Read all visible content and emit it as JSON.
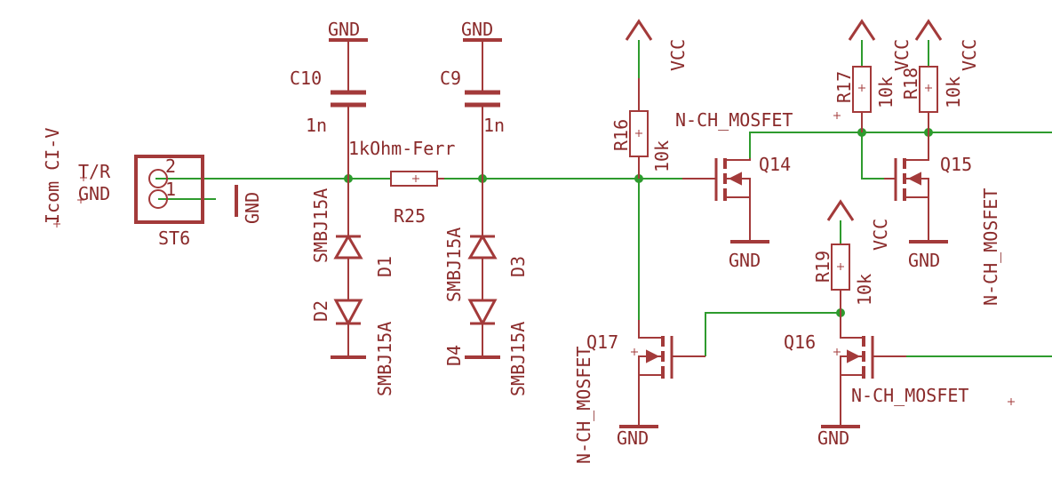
{
  "colors": {
    "wire": "#2e9b2e",
    "part": "#a33a3a",
    "text": "#8a2a2a",
    "background": "#ffffff"
  },
  "labels": {
    "gnd": "GND",
    "vcc": "VCC",
    "c10": "C10",
    "c9": "C9",
    "cap_val": "1n",
    "ferrite": "1kOhm-Ferr",
    "r25": "R25",
    "icom": "Icom CI-V",
    "tr": "T/R",
    "gnd_pin": "GND",
    "pin2": "2",
    "pin1": "1",
    "st6": "ST6",
    "d1": "D1",
    "d2": "D2",
    "d3": "D3",
    "d4": "D4",
    "smbj": "SMBJ15A",
    "r16": "R16",
    "r17": "R17",
    "r18": "R18",
    "r19": "R19",
    "res_val": "10k",
    "q14": "Q14",
    "q15": "Q15",
    "q16": "Q16",
    "q17": "Q17",
    "mosfet": "N-CH_MOSFET"
  }
}
